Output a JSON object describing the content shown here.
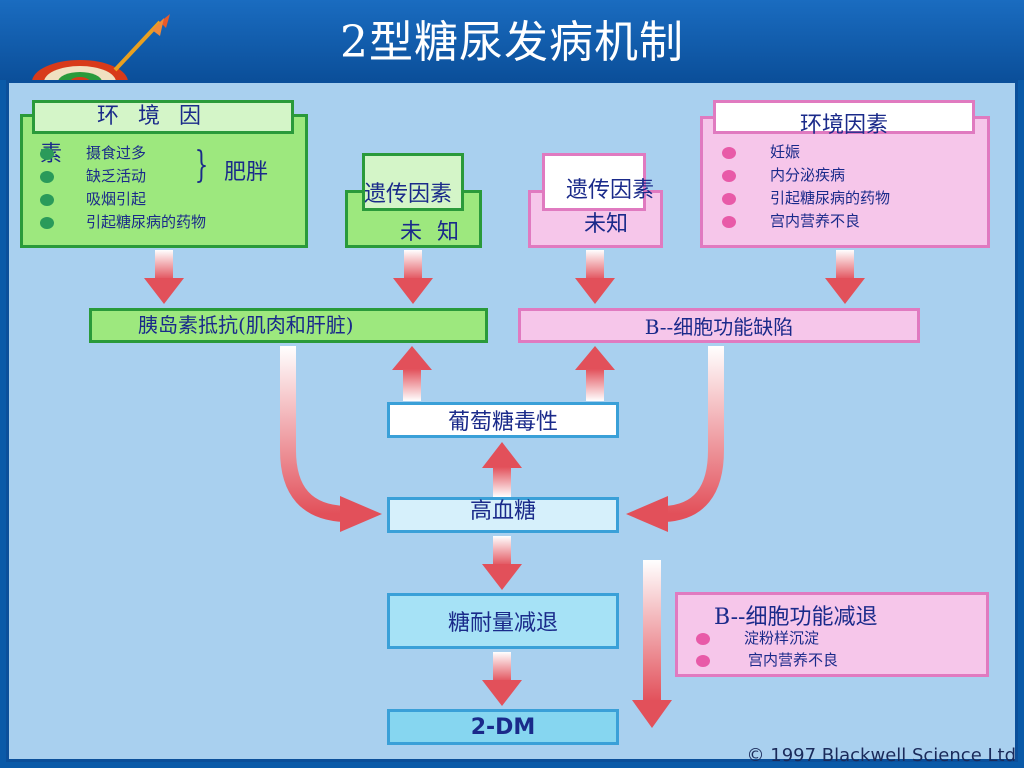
{
  "title": "2型糖尿发病机制",
  "env_left": {
    "header": "环 境 因",
    "header_wrap": "素",
    "items": [
      "摄食过多",
      "缺乏活动",
      "吸烟引起",
      "引起糖尿病的药物"
    ],
    "bracket_label": "肥胖"
  },
  "genetic_left": {
    "header": "遗传因素",
    "sub": "未 知"
  },
  "genetic_right": {
    "header": "遗传因素",
    "sub": "未知"
  },
  "env_right": {
    "header": "环境因素",
    "items": [
      "妊娠",
      "内分泌疾病",
      "引起糖尿病的药物",
      "宫内营养不良"
    ]
  },
  "insulin_resistance": "胰岛素抵抗(肌肉和肝脏)",
  "beta_defect": "B--细胞功能缺陷",
  "glucotoxicity": "葡萄糖毒性",
  "hyperglycemia": "高血糖",
  "impaired_tolerance": "糖耐量减退",
  "dm": "2-DM",
  "beta_decline": {
    "header": "B--细胞功能减退",
    "items": [
      "淀粉样沉淀",
      "宫内营养不良"
    ]
  },
  "copyright": "© 1997 Blackwell Science Ltd",
  "colors": {
    "header_bg": "#0b4f9a",
    "panel_bg": "#a9d0ef",
    "green": "#9de87e",
    "pink": "#f6c6ea",
    "text": "#1a2a8a"
  }
}
